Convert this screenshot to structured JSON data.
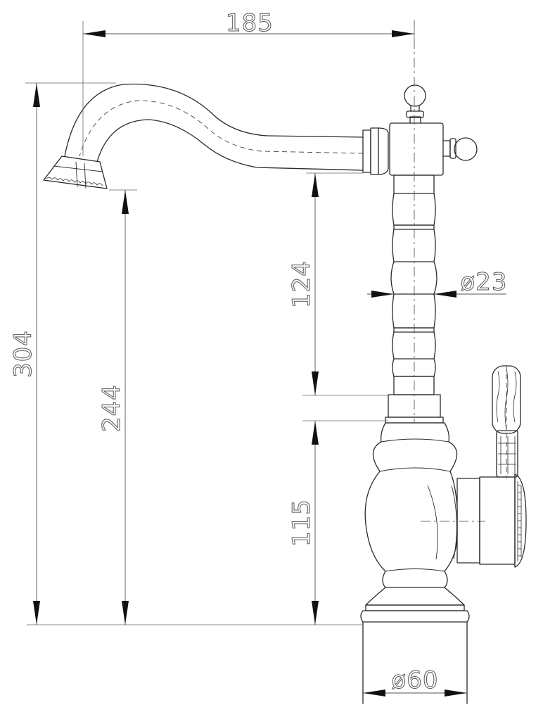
{
  "dimensions": {
    "spout_reach": "185",
    "total_height": "304",
    "spout_height": "244",
    "upper_body_height": "124",
    "lower_body_height": "115",
    "neck_diameter": "ø23",
    "base_diameter": "ø60"
  },
  "colors": {
    "line": "#2a2a2a",
    "dimension": "#555555",
    "background": "#ffffff"
  }
}
